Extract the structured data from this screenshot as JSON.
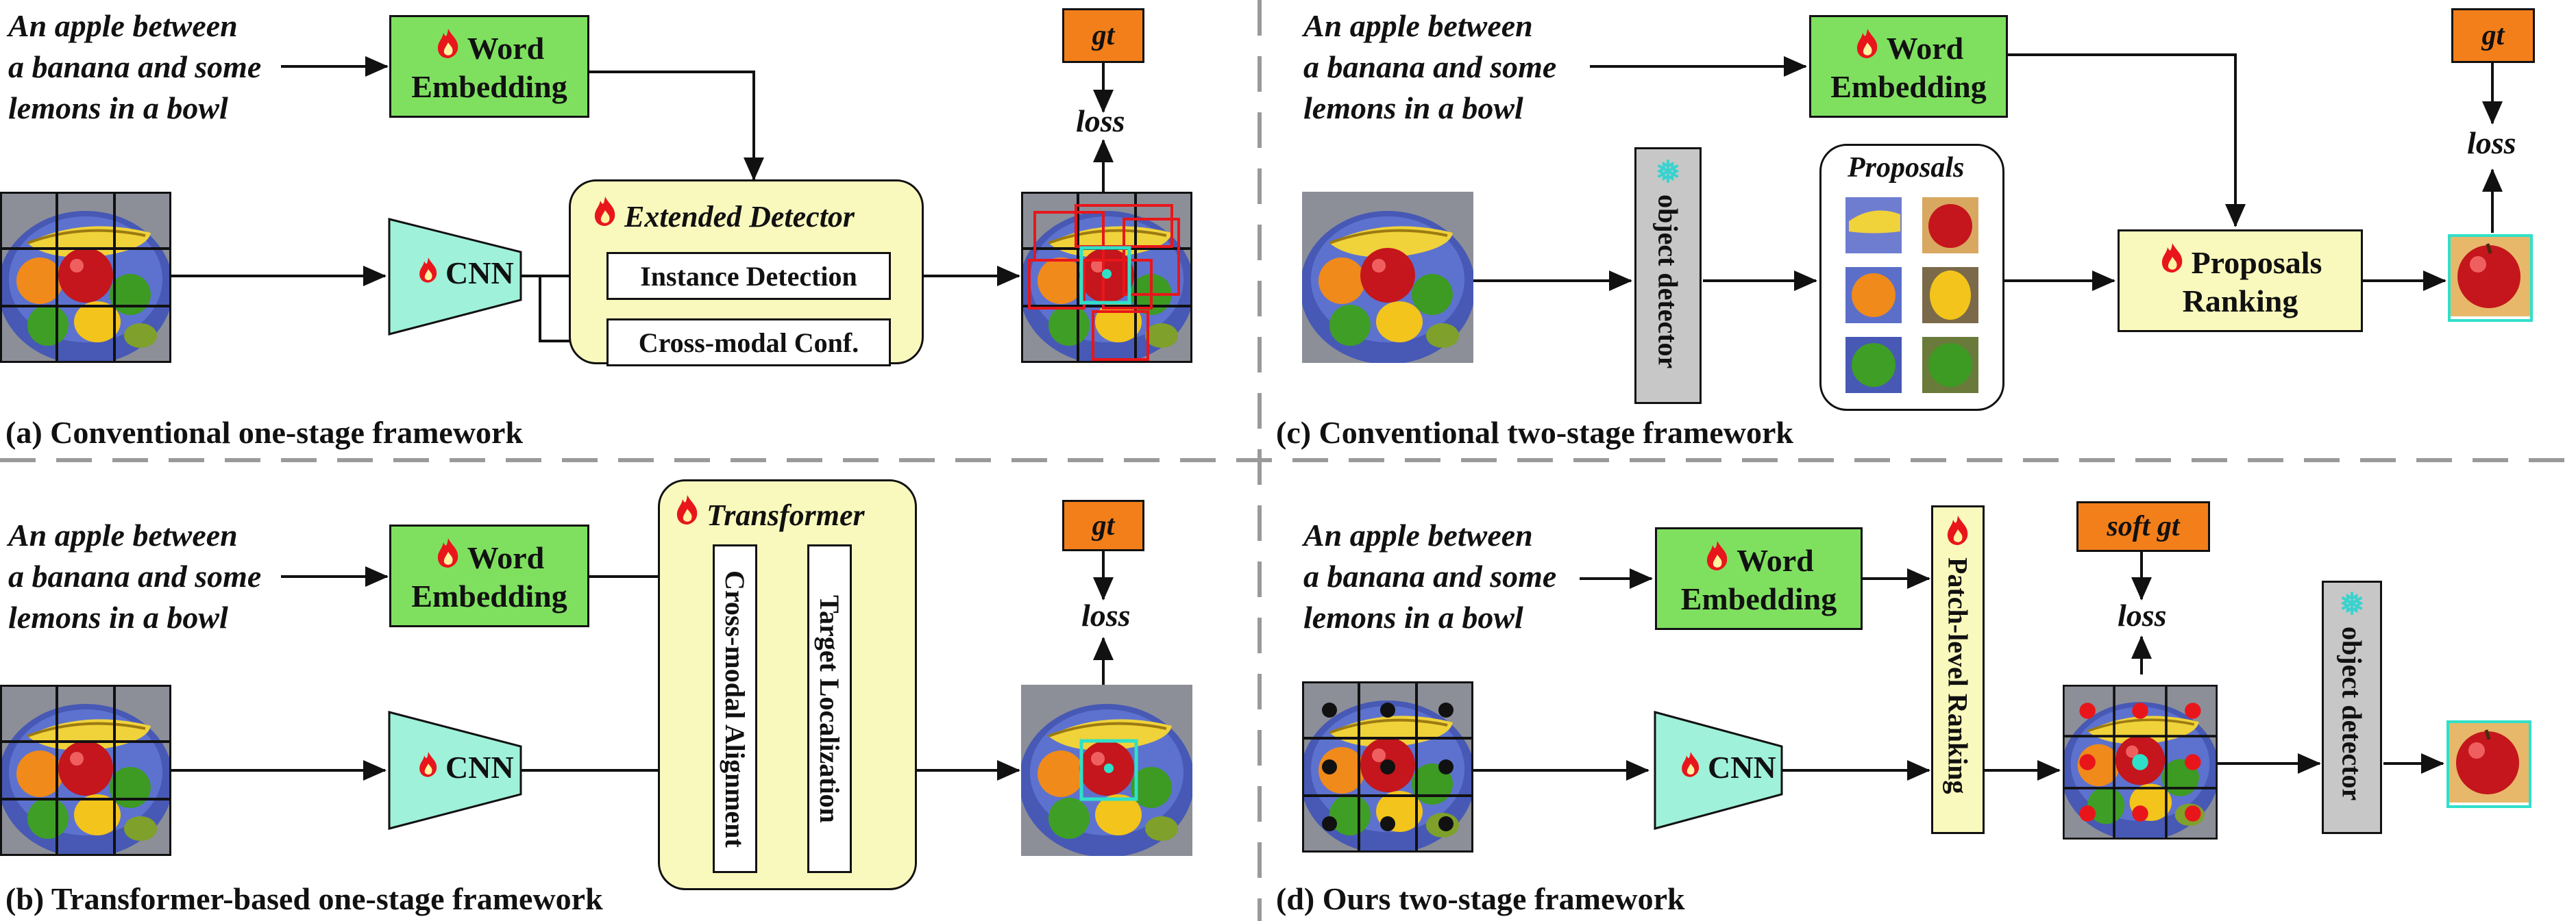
{
  "query_text": [
    "An apple between",
    "a banana and some",
    "lemons in a bowl"
  ],
  "labels": {
    "word_embedding": [
      "Word",
      "Embedding"
    ],
    "cnn": "CNN",
    "gt": "gt",
    "soft_gt": "soft gt",
    "loss": "loss",
    "extended_detector": "Extended Detector",
    "instance_detection": "Instance Detection",
    "cross_modal_conf": "Cross-modal Conf.",
    "transformer": "Transformer",
    "cross_modal_alignment": "Cross-modal Alignment",
    "target_localization": "Target Localization",
    "object_detector": "object detector",
    "proposals": "Proposals",
    "proposals_ranking": [
      "Proposals",
      "Ranking"
    ],
    "patch_level_ranking": "Patch-level Ranking"
  },
  "captions": {
    "a": "(a) Conventional one-stage framework",
    "b": "(b) Transformer-based one-stage framework",
    "c": "(c) Conventional  two-stage framework",
    "d": "(d) Ours two-stage framework"
  },
  "colors": {
    "embedding_green": "#7fe060",
    "module_yellow": "#f9f9bd",
    "gt_orange": "#f37f1b",
    "cnn_teal": "#9ff1d9",
    "frozen_grey": "#c7c7c7",
    "box_red": "#e8161b",
    "target_cyan": "#2fe0c8"
  },
  "icons": {
    "trainable": "flame-icon",
    "frozen": "snowflake-icon"
  }
}
